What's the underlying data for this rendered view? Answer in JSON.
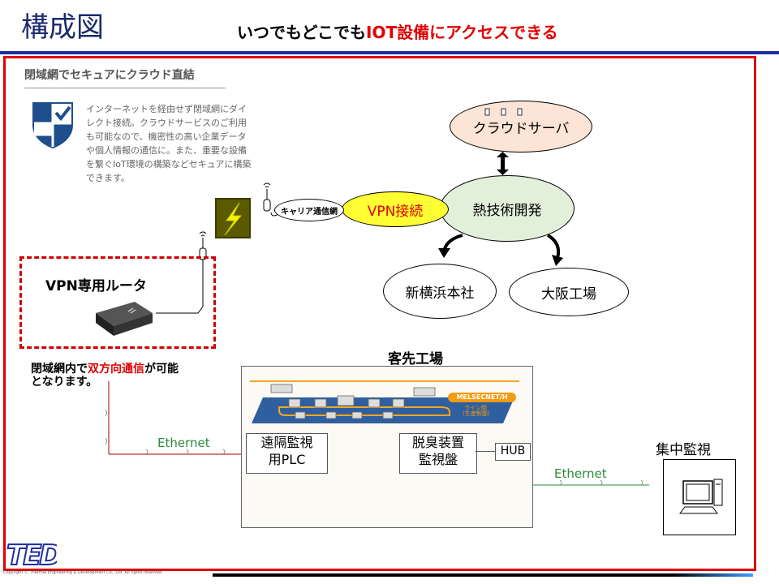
{
  "header": {
    "title": "構成図",
    "subtitle_prefix": "いつでもどこでも",
    "subtitle_highlight": "IOT設備にアクセスできる"
  },
  "info_panel": {
    "heading": "閉域網でセキュアにクラウド直結",
    "body": "インターネットを経由せず閉域網にダイレクト接続。クラウドサービスのご利用も可能なので、機密性の高い企業データや個人情報の通信に。また、重要な設備を繋ぐIoT環境の構築などセキュアに構築できます。"
  },
  "network": {
    "cloud_server": "クラウドサーバ",
    "hub_center": "熱技術開発",
    "vpn": "VPN接続",
    "carrier": "キャリア通信網",
    "branch_1": "新横浜本社",
    "branch_2": "大阪工場"
  },
  "router": {
    "label": "VPN専用ルータ"
  },
  "closed_network_note": {
    "line1_prefix": "閉域網内で",
    "line1_highlight": "双方向通信",
    "line1_suffix": "が可能",
    "line2": "となります。"
  },
  "factory": {
    "title": "客先工場",
    "banner": "MELSECNET/H",
    "banner_sub1": "ライン間",
    "banner_sub2": "(生産制御)",
    "plc_line1": "遠隔監視",
    "plc_line2": "用PLC",
    "deodor_line1": "脱臭装置",
    "deodor_line2": "監視盤",
    "hub": "HUB"
  },
  "monitoring": {
    "label": "集中監視"
  },
  "links": {
    "ethernet_1": "Ethernet",
    "ethernet_2": "Ethernet"
  },
  "footer": {
    "logo": "TED",
    "copyright": "Copyright © Thermal Engineering & Development Co., Ltd. All rights reserved."
  }
}
